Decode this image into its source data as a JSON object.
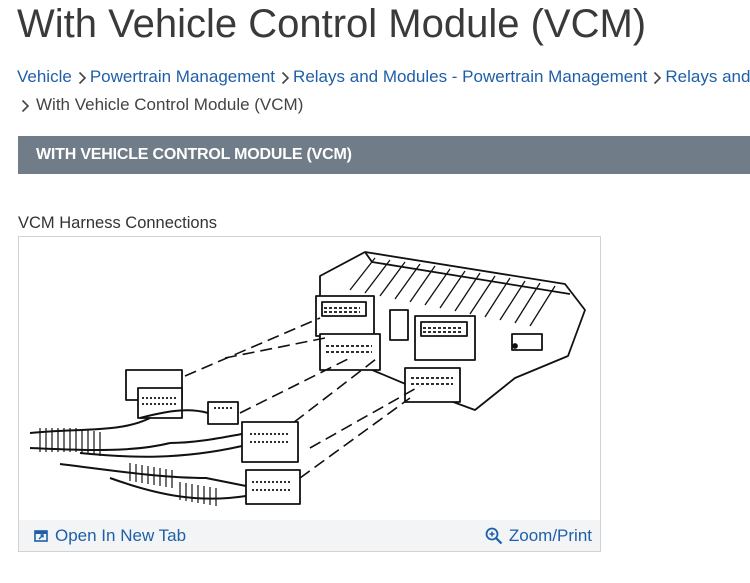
{
  "page": {
    "title": "With Vehicle Control Module (VCM)"
  },
  "breadcrumb": {
    "items": [
      "Vehicle",
      "Powertrain Management",
      "Relays and Modules - Powertrain Management",
      "Relays and Modules - Computers and Control Systems"
    ],
    "current": "With Vehicle Control Module (VCM)"
  },
  "section": {
    "heading": "WITH VEHICLE CONTROL MODULE (VCM)"
  },
  "figure": {
    "caption": "VCM Harness Connections",
    "open_label": "Open In New Tab",
    "zoom_label": "Zoom/Print"
  },
  "icons": {
    "chevron": "chevron-right-icon",
    "open": "open-in-new-tab-icon",
    "zoom": "zoom-in-icon"
  },
  "colors": {
    "link": "#1f5fa8",
    "banner": "#707d89",
    "banner_text": "#ffffff"
  }
}
